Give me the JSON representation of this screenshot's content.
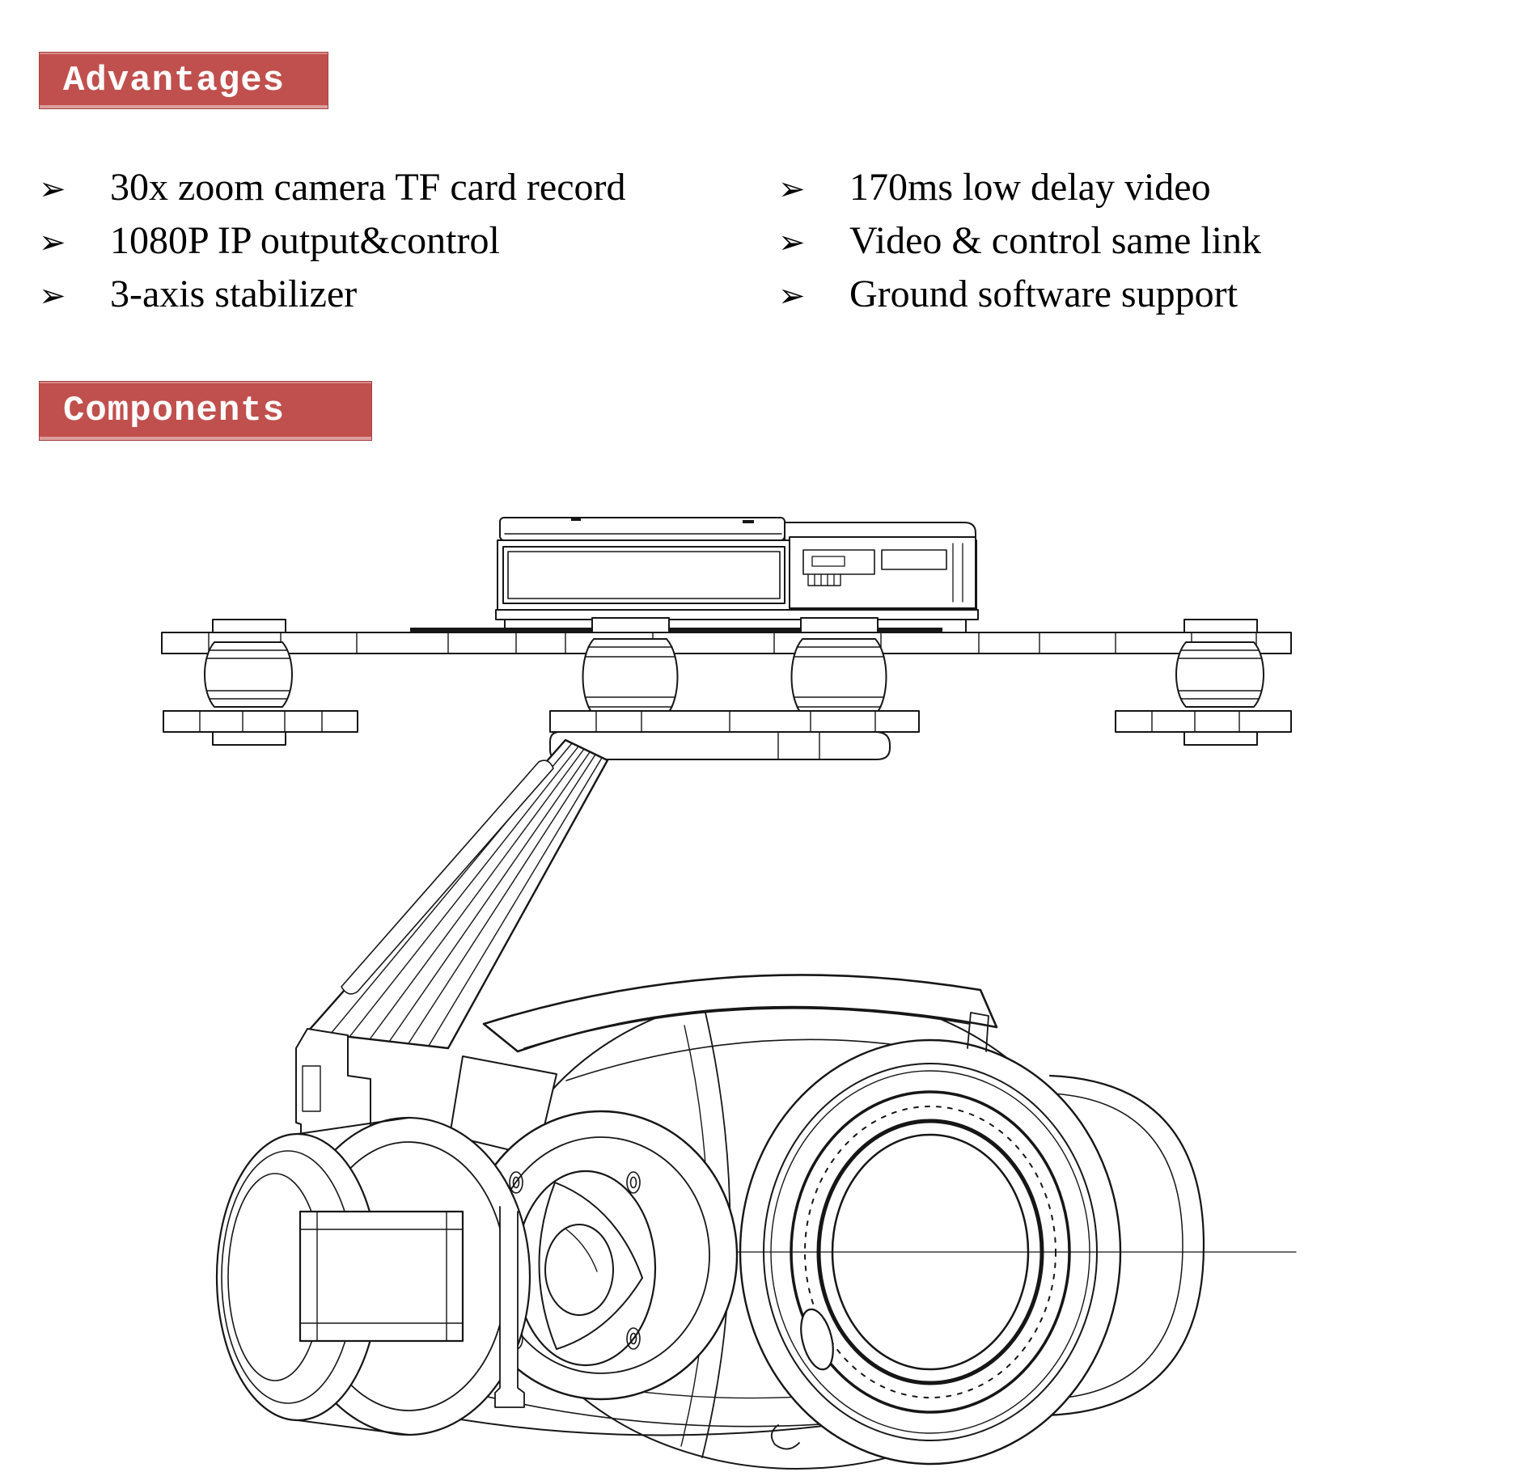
{
  "page": {
    "background": "#ffffff"
  },
  "colors": {
    "header_bg": "#c0504d",
    "header_border": "#a5413e",
    "header_text": "#ffffff",
    "body_text": "#000000",
    "drawing_line": "#161616"
  },
  "advantages": {
    "title": "Advantages",
    "bullet_marker": "➢",
    "left": [
      "30x zoom camera TF card record",
      "1080P IP output&control",
      "3-axis stabilizer"
    ],
    "right": [
      "170ms low delay video",
      "Video & control same link",
      "Ground software support"
    ]
  },
  "components": {
    "title": "Components"
  },
  "figure": {
    "label": "3-axis gimbal 30x zoom camera technical line drawing"
  }
}
